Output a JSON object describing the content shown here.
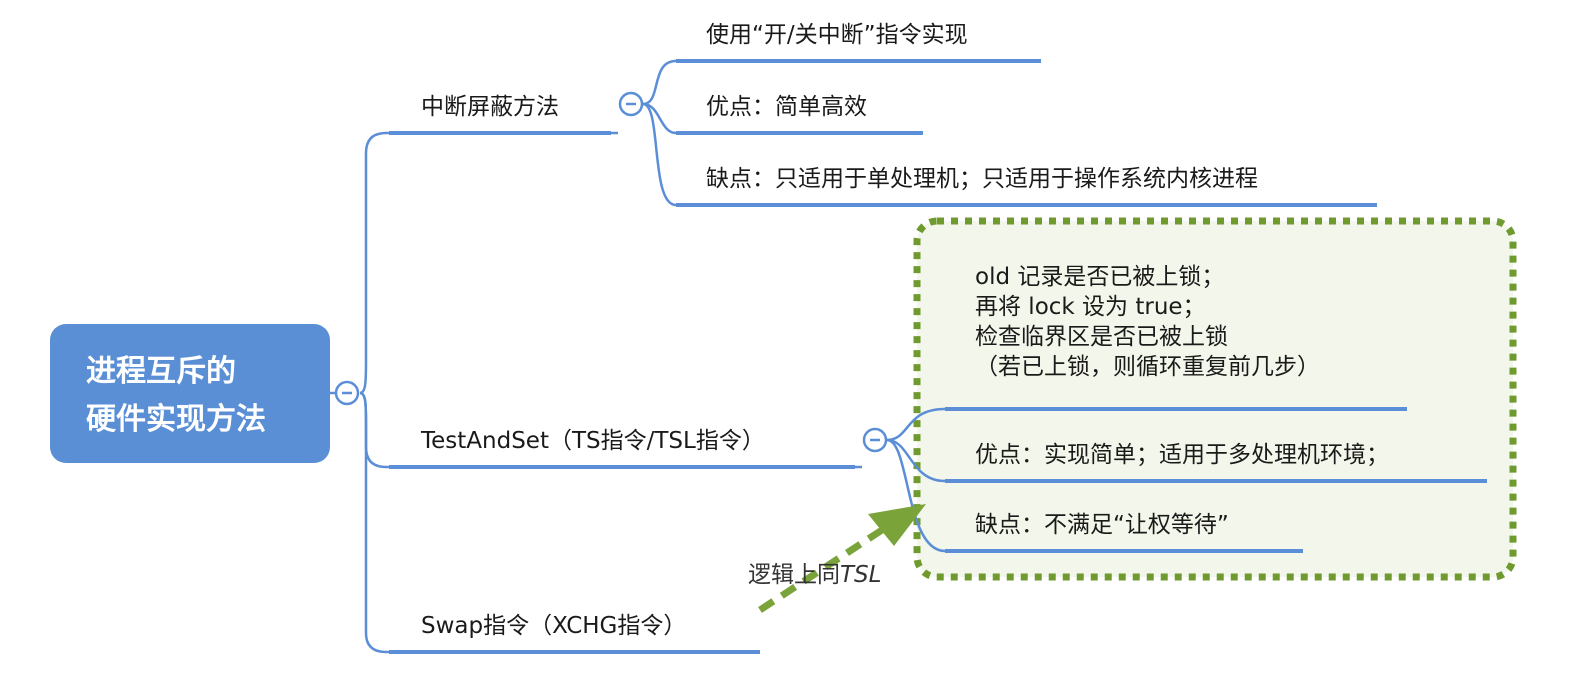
{
  "root": {
    "line1": "进程互斥的",
    "line2": "硬件实现方法"
  },
  "branches": [
    {
      "label": "中断屏蔽方法",
      "children": [
        "使用“开/关中断”指令实现",
        "优点：简单高效",
        "缺点：只适用于单处理机；只适用于操作系统内核进程"
      ]
    },
    {
      "label": "TestAndSet（TS指令/TSL指令）",
      "children": [
        {
          "lines": [
            "old 记录是否已被上锁；",
            "再将 lock 设为 true；",
            "检查临界区是否已被上锁",
            "（若已上锁，则循环重复前几步）"
          ]
        },
        "优点：实现简单；适用于多处理机环境；",
        "缺点：不满足“让权等待”"
      ]
    },
    {
      "label": "Swap指令（XCHG指令）"
    }
  ],
  "annotation": {
    "prefix": "逻辑上同",
    "italic": "TSL"
  },
  "colors": {
    "root_fill": "#5a8fd6",
    "connector": "#5b8ed6",
    "callout_border": "#6f9a2e",
    "callout_fill": "#f3f6ea",
    "arrow": "#7aa33a"
  }
}
